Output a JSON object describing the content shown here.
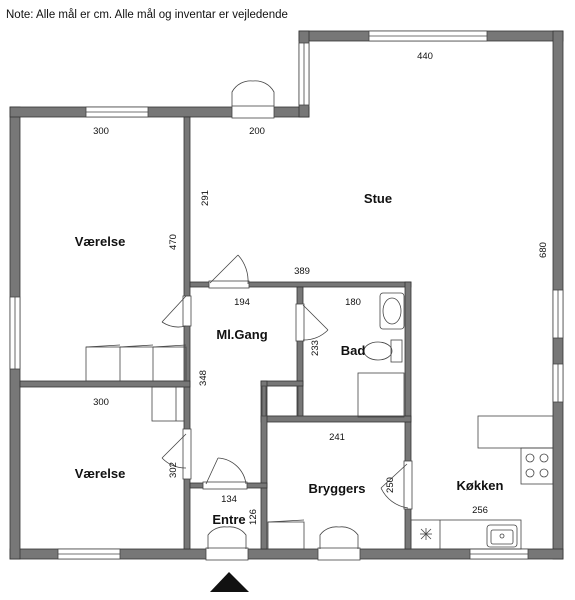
{
  "note": "Note: Alle mål er cm. Alle mål og inventar er vejledende",
  "rooms": {
    "stue": "Stue",
    "vaerelse_top": "Værelse",
    "vaerelse_bottom": "Værelse",
    "ml_gang": "Ml.Gang",
    "bad": "Bad",
    "bryggers": "Bryggers",
    "koekken": "Køkken",
    "entre": "Entre"
  },
  "dims": {
    "d440": "440",
    "d300a": "300",
    "d200": "200",
    "d291": "291",
    "d470": "470",
    "d680": "680",
    "d389": "389",
    "d194": "194",
    "d180": "180",
    "d233": "233",
    "d348": "348",
    "d300b": "300",
    "d241": "241",
    "d302": "302",
    "d134": "134",
    "d126": "126",
    "d250": "250",
    "d256": "256"
  },
  "colors": {
    "wall": "#777777",
    "wall_stroke": "#333333",
    "line": "#444444"
  }
}
